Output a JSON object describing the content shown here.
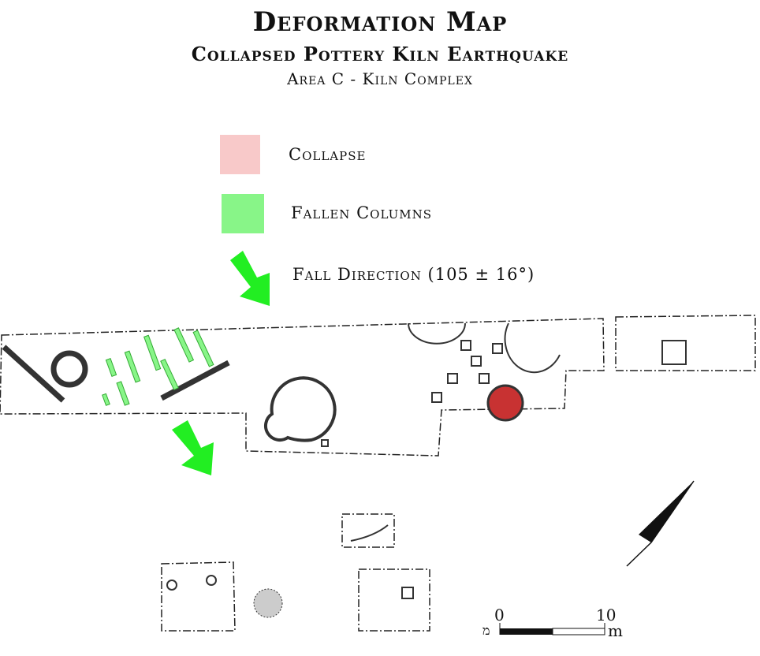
{
  "header": {
    "title": "Deformation Map",
    "subtitle": "Collapsed Pottery Kiln Earthquake",
    "area": "Area C - Kiln Complex"
  },
  "legend": [
    {
      "label": "Collapse",
      "color": "#f8c9c9"
    },
    {
      "label": "Fallen Columns",
      "color": "#88f588"
    },
    {
      "label": "Fall Direction (105 ± 16°)",
      "color": "#22ee22",
      "icon": "arrow-icon"
    }
  ],
  "scale_bar": {
    "start": "0",
    "end": "10",
    "unit": "m",
    "unit_hebrew": "מ"
  },
  "colors": {
    "collapse_fill": "#c83232",
    "outline": "#222222"
  }
}
